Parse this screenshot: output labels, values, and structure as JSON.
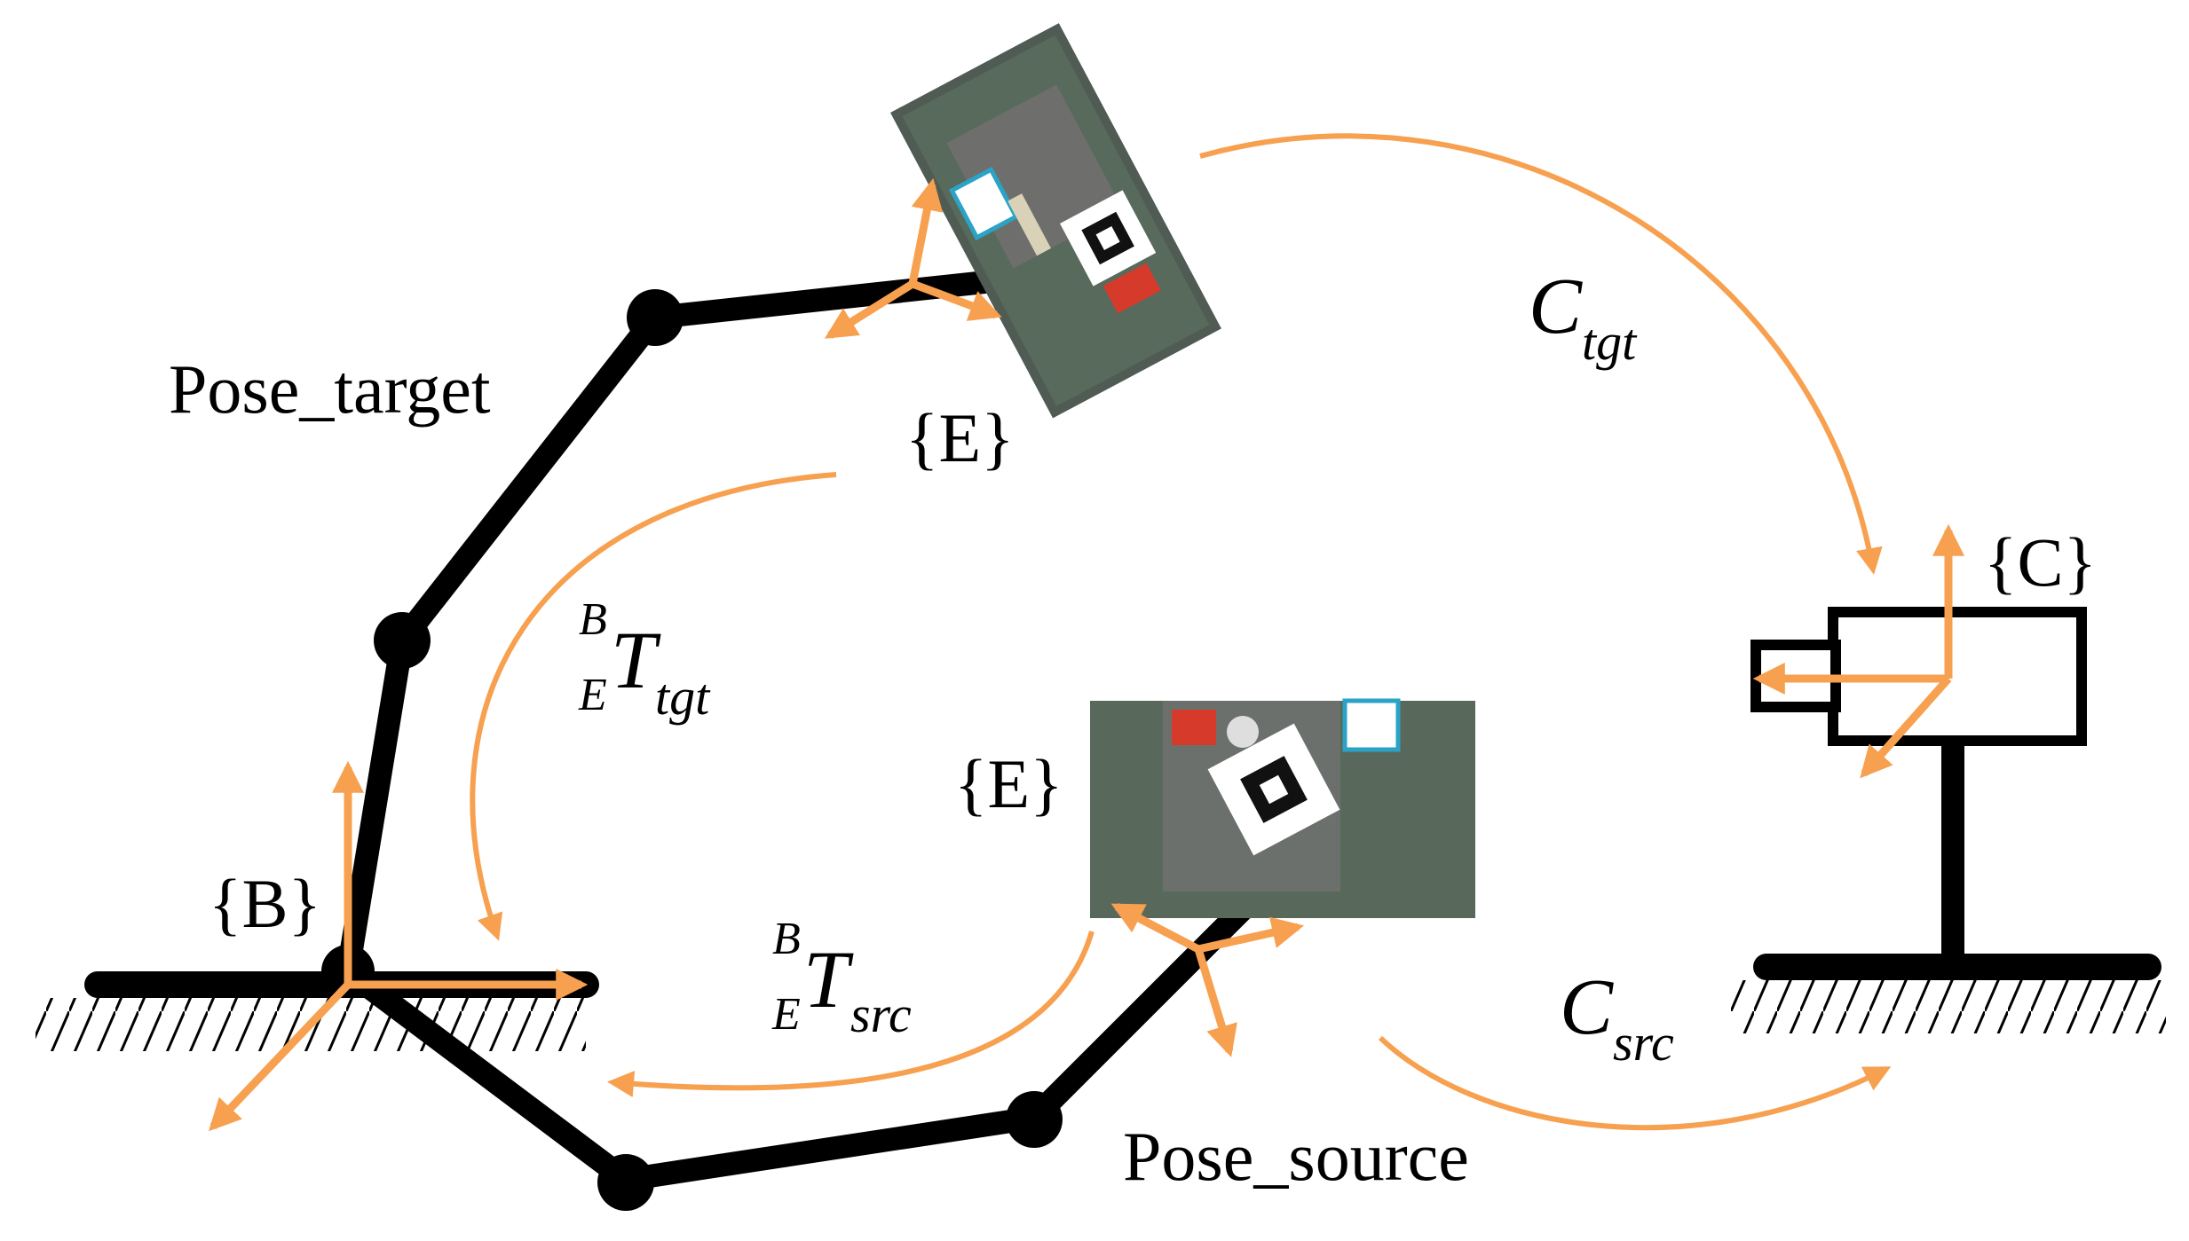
{
  "colors": {
    "link": "#000000",
    "axis": "#F7A04F",
    "arrow": "#F7A04F",
    "ground": "#000000"
  },
  "labels": {
    "pose_target": "Pose_target",
    "pose_source": "Pose_source",
    "frame_e_top": "{E}",
    "frame_e_mid": "{E}",
    "frame_b": "{B}",
    "frame_c": "{C}",
    "c_tgt_main": "C",
    "c_tgt_sub": "tgt",
    "c_src_main": "C",
    "c_src_sub": "src",
    "t_tgt_sup": "B",
    "t_tgt_pre": "E",
    "t_tgt_main": "T",
    "t_tgt_sub": "tgt",
    "t_src_sup": "B",
    "t_src_pre": "E",
    "t_src_main": "T",
    "t_src_sub": "src"
  },
  "images": {
    "top_view": {
      "description_icon": "camera-snapshot-top"
    },
    "mid_view": {
      "description_icon": "camera-snapshot-source"
    }
  }
}
